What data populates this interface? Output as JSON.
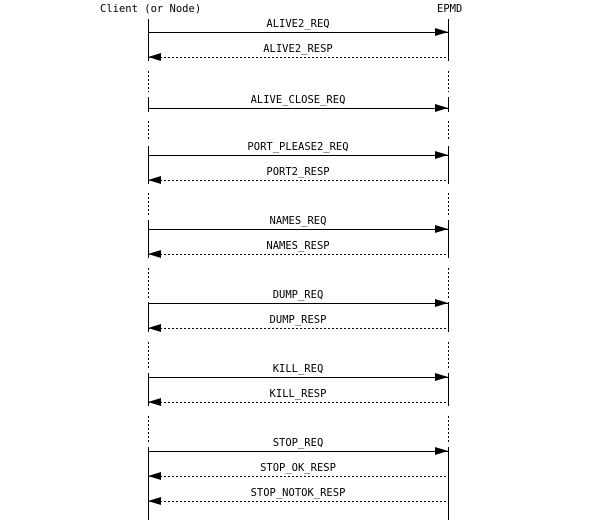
{
  "diagram": {
    "type": "sequence",
    "actors": {
      "left": {
        "label": "Client (or Node)"
      },
      "right": {
        "label": "EPMD"
      }
    },
    "messages": [
      {
        "label": "ALIVE2_REQ",
        "from": "client",
        "to": "epmd",
        "line": "solid"
      },
      {
        "label": "ALIVE2_RESP",
        "from": "epmd",
        "to": "client",
        "line": "dotted"
      },
      {
        "label": "ALIVE_CLOSE_REQ",
        "from": "client",
        "to": "epmd",
        "line": "solid"
      },
      {
        "label": "PORT_PLEASE2_REQ",
        "from": "client",
        "to": "epmd",
        "line": "solid"
      },
      {
        "label": "PORT2_RESP",
        "from": "epmd",
        "to": "client",
        "line": "dotted"
      },
      {
        "label": "NAMES_REQ",
        "from": "client",
        "to": "epmd",
        "line": "solid"
      },
      {
        "label": "NAMES_RESP",
        "from": "epmd",
        "to": "client",
        "line": "dotted"
      },
      {
        "label": "DUMP_REQ",
        "from": "client",
        "to": "epmd",
        "line": "solid"
      },
      {
        "label": "DUMP_RESP",
        "from": "epmd",
        "to": "client",
        "line": "dotted"
      },
      {
        "label": "KILL_REQ",
        "from": "client",
        "to": "epmd",
        "line": "solid"
      },
      {
        "label": "KILL_RESP",
        "from": "epmd",
        "to": "client",
        "line": "dotted"
      },
      {
        "label": "STOP_REQ",
        "from": "client",
        "to": "epmd",
        "line": "solid"
      },
      {
        "label": "STOP_OK_RESP",
        "from": "epmd",
        "to": "client",
        "line": "dotted"
      },
      {
        "label": "STOP_NOTOK_RESP",
        "from": "epmd",
        "to": "client",
        "line": "dotted"
      }
    ],
    "colors": {
      "foreground": "#000000",
      "background": "#ffffff"
    }
  }
}
